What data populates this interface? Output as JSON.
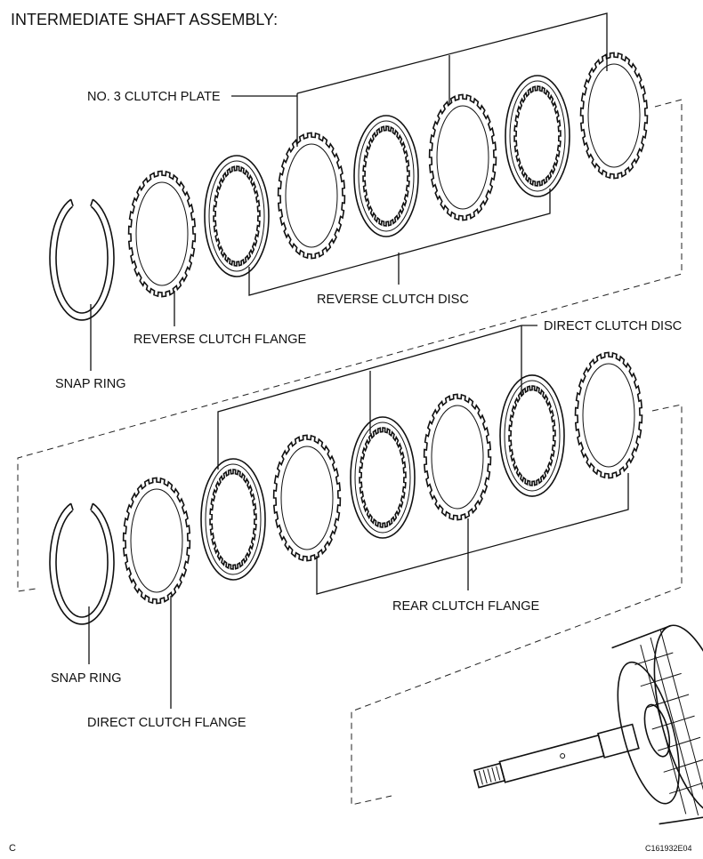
{
  "title": "INTERMEDIATE SHAFT ASSEMBLY:",
  "labels": {
    "no3_clutch_plate": "NO. 3 CLUTCH PLATE",
    "reverse_clutch_disc": "REVERSE CLUTCH DISC",
    "reverse_clutch_flange": "REVERSE CLUTCH FLANGE",
    "snap_ring_upper": "SNAP RING",
    "direct_clutch_disc": "DIRECT CLUTCH DISC",
    "rear_clutch_flange": "REAR CLUTCH FLANGE",
    "snap_ring_lower": "SNAP RING",
    "direct_clutch_flange": "DIRECT CLUTCH FLANGE"
  },
  "footer": {
    "left_code": "C",
    "figure_id": "C161932E04"
  }
}
